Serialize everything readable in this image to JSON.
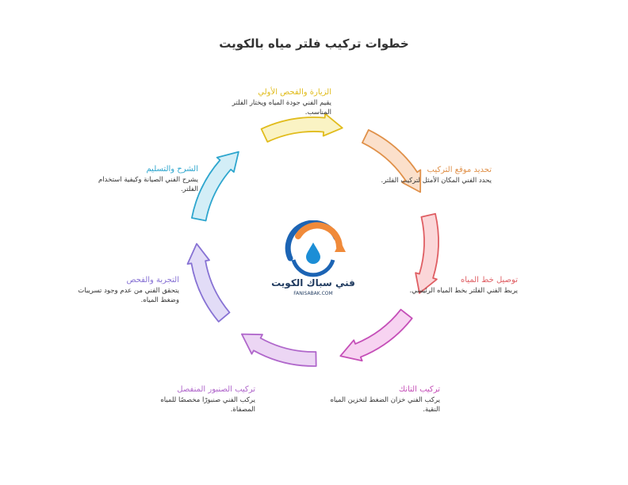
{
  "title": "خطوات تركيب فلتر مياه بالكويت",
  "logo": {
    "name": "فني سباك الكويت",
    "url": "FANISABAK.COM"
  },
  "steps": [
    {
      "title": "الزيارة والفحص الأولي",
      "desc": "يقيم الفني جودة المياه ويختار الفلتر المناسب.",
      "color": "#e1bc1d",
      "fill": "#faf3c4"
    },
    {
      "title": "تحديد موقع التركيب",
      "desc": "يحدد الفني المكان الأمثل لتركيب الفلتر.",
      "color": "#e0914a",
      "fill": "#fbe0cb"
    },
    {
      "title": "توصيل خط المياه",
      "desc": "يربط الفني الفلتر بخط المياه الرئيسي.",
      "color": "#df5e63",
      "fill": "#fbd6d8"
    },
    {
      "title": "تركيب التانك",
      "desc": "يركب الفني خزان الضغط لتخزين المياه النقية.",
      "color": "#c54fb8",
      "fill": "#f7d3f1"
    },
    {
      "title": "تركيب الصنبور المنفصل",
      "desc": "يركب الفني صنبورًا مخصصًا للمياه المصفاة.",
      "color": "#b067cb",
      "fill": "#ecd6f4"
    },
    {
      "title": "التجربة والفحص",
      "desc": "يتحقق الفني من عدم وجود تسريبات وضغط المياه.",
      "color": "#8772d4",
      "fill": "#e2dcf7"
    },
    {
      "title": "الشرح والتسليم",
      "desc": "يشرح الفني الصيانة وكيفية استخدام الفلتر.",
      "color": "#2ea6ce",
      "fill": "#d3eef7"
    }
  ]
}
